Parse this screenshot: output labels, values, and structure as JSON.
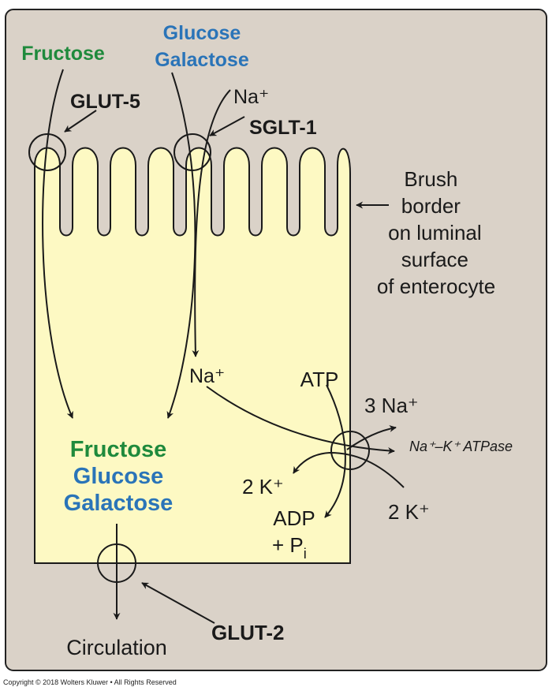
{
  "sugars": {
    "fructose": "Fructose",
    "glucose": "Glucose",
    "galactose": "Galactose"
  },
  "transporters": {
    "glut5": "GLUT-5",
    "sglt1": "SGLT-1",
    "glut2": "GLUT-2",
    "atpase": "Na⁺–K⁺ ATPase"
  },
  "ions": {
    "na_top": "Na⁺",
    "na_cell": "Na⁺",
    "three_na": "3 Na⁺",
    "two_k_left": "2 K⁺",
    "two_k_right": "2 K⁺"
  },
  "energy": {
    "atp": "ATP",
    "adp": "ADP",
    "pi_prefix": "+ P",
    "pi_sub": "i"
  },
  "brush_border": [
    "Brush",
    "border",
    "on luminal",
    "surface",
    "of enterocyte"
  ],
  "circulation": "Circulation",
  "copyright": "Copyright © 2018 Wolters Kluwer • All Rights Reserved",
  "colors": {
    "background": "#dad2c8",
    "cell": "#fdf9c3",
    "fructose": "#1f8a3c",
    "glucose": "#2a74b8"
  }
}
